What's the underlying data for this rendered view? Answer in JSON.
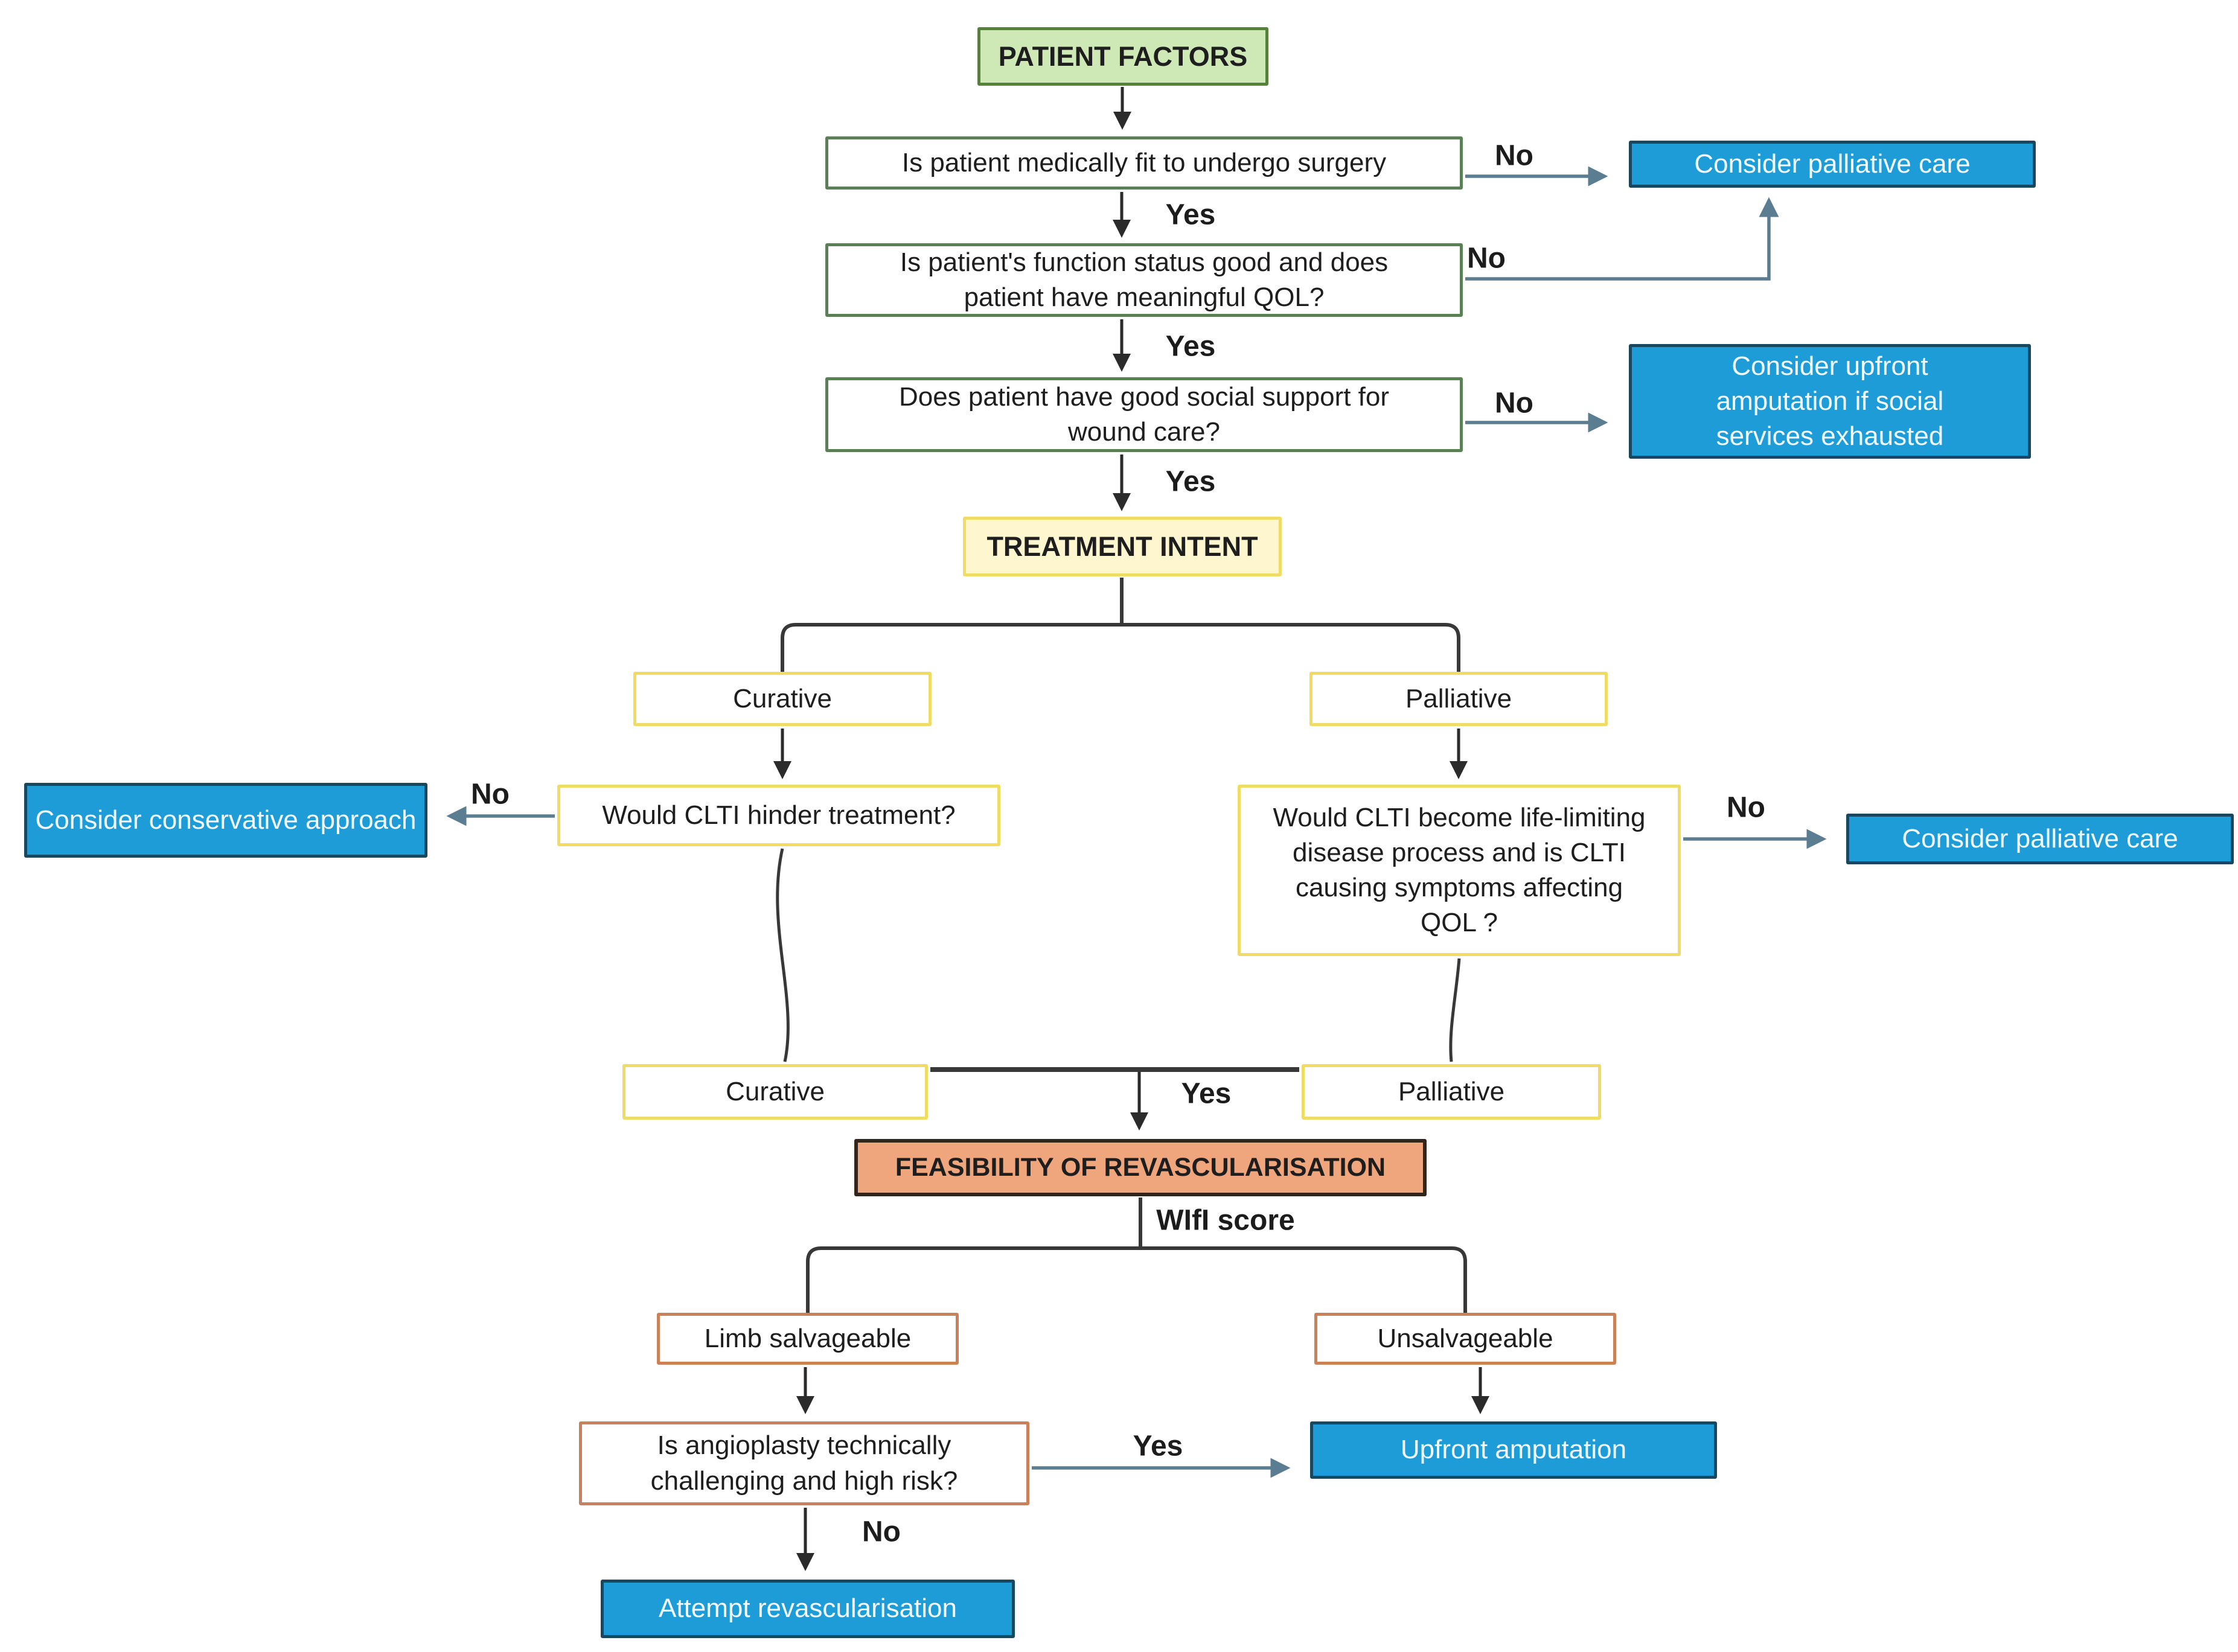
{
  "flowchart": {
    "stages": {
      "patient_factors": "PATIENT FACTORS",
      "treatment_intent": "TREATMENT INTENT",
      "feasibility": "FEASIBILITY OF REVASCULARISATION"
    },
    "questions": {
      "medically_fit": "Is patient medically fit to undergo surgery",
      "function_status": "Is patient's function status good and does patient have meaningful QOL?",
      "social_support": "Does patient have good social support for wound care?",
      "clti_hinder": "Would CLTI hinder treatment?",
      "clti_lifelimiting": "Would CLTI become life-limiting disease process and is CLTI causing symptoms affecting QOL ?",
      "angioplasty": "Is angioplasty technically challenging and high risk?"
    },
    "branches": {
      "curative_top": "Curative",
      "palliative_top": "Palliative",
      "curative_bottom": "Curative",
      "palliative_bottom": "Palliative",
      "limb_salvageable": "Limb salvageable",
      "unsalvageable": "Unsalvageable"
    },
    "outcomes": {
      "palliative_care_top": "Consider palliative care",
      "upfront_if_social": "Consider upfront amputation if social services exhausted",
      "conservative": "Consider conservative approach",
      "palliative_care_mid": "Consider palliative care",
      "upfront_amputation": "Upfront amputation",
      "attempt_revasc": "Attempt revascularisation"
    },
    "edge_labels": {
      "yes": "Yes",
      "no": "No",
      "wifi_score": "WIfI score"
    },
    "colors": {
      "stage_green_fill": "#cfe9b6",
      "stage_green_border": "#55813d",
      "question_green_border": "#5a8156",
      "yellow_fill": "#fdf6cf",
      "yellow_border": "#f0dc64",
      "outcome_blue_fill": "#1e9cd7",
      "outcome_blue_border": "#17485f",
      "salmon_fill": "#f0a67d",
      "salmon_border": "#33251c",
      "orange_border": "#ca8158",
      "arrow_dark": "#2b2b2b",
      "arrow_steel": "#5b7d92"
    }
  }
}
